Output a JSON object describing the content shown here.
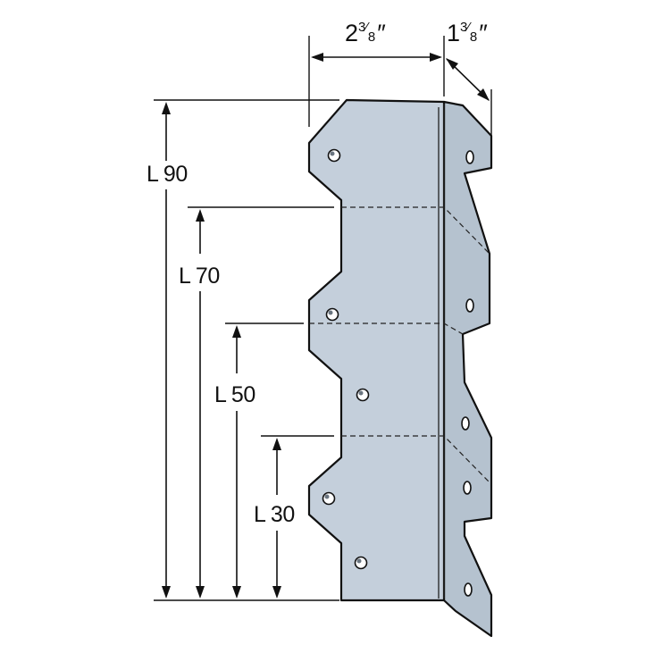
{
  "dimensions": {
    "width_label": {
      "whole": "2",
      "num": "3",
      "den": "8",
      "unit": "″"
    },
    "depth_label": {
      "whole": "1",
      "num": "3",
      "den": "8",
      "unit": "″"
    },
    "lengths": [
      {
        "id": "l90",
        "label": "L 90"
      },
      {
        "id": "l70",
        "label": "L 70"
      },
      {
        "id": "l50",
        "label": "L 50"
      },
      {
        "id": "l30",
        "label": "L 30"
      }
    ]
  },
  "colors": {
    "plate": "#c4cfdb",
    "flange": "#b5c2cf",
    "outline": "#111111"
  }
}
